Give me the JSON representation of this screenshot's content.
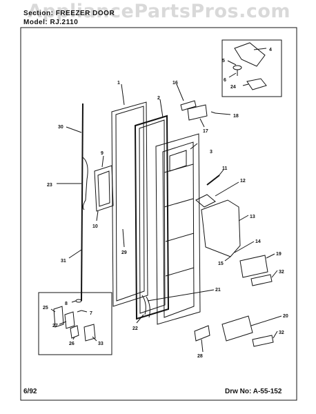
{
  "header": {
    "section_line": "Section: FREEZER DOOR",
    "model_line": "Model: RJ.2110"
  },
  "watermark": "AppliancePartsPros.com",
  "footer": {
    "date": "6/92",
    "drawing_number": "Drw No: A-55-152"
  },
  "callouts": [
    "1",
    "2",
    "3",
    "4",
    "5",
    "6",
    "7",
    "8",
    "9",
    "10",
    "11",
    "12",
    "13",
    "14",
    "15",
    "16",
    "17",
    "18",
    "19",
    "20",
    "21",
    "22",
    "23",
    "24",
    "25",
    "26",
    "27",
    "28",
    "29",
    "30",
    "31",
    "32",
    "32",
    "33"
  ]
}
